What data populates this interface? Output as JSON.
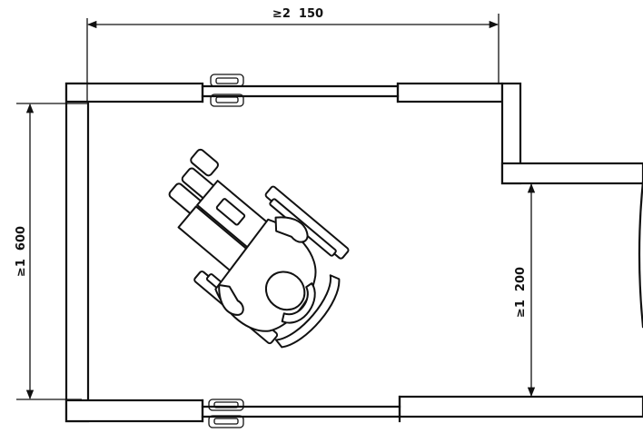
{
  "dimensions": {
    "width_label": "≥2  150",
    "height_label": "≥1  600",
    "corridor_label": "≥1  200"
  },
  "icons": {
    "wheelchair": "wheelchair-user-icon",
    "door_handle_top": "door-handle-icon",
    "door_handle_bottom": "door-handle-icon"
  }
}
